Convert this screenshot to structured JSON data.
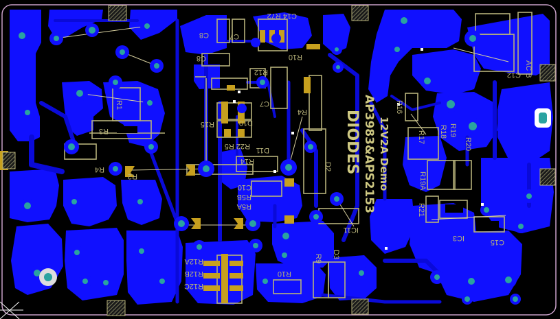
{
  "board": {
    "brand_text": "DIODES",
    "part_text": "AP3983&APS2153",
    "demo_text": "12V2A Demo",
    "colors": {
      "background": "#000000",
      "copper": "#1010ff",
      "trace": "#0a0ad8",
      "silkscreen": "#b7b27a",
      "pad": "#2aa3a0",
      "via": "#ffffff",
      "smd": "#c7a01e",
      "outline": "#c8a0c8"
    }
  },
  "labels": {
    "c14_r72": "C14 R72",
    "c8_top": "C8",
    "c7_top": "C7",
    "c8": "C8",
    "r12": "R12",
    "r10_top": "R10",
    "c7": "C7",
    "r4_top": "R4",
    "r1": "R1",
    "r3": "R3",
    "r4": "R4",
    "r2": "R2",
    "r15": "R15",
    "d10": "D10",
    "r22_r5": "R22 R5",
    "d11": "D11",
    "r14": "R14",
    "d2": "D2",
    "c10": "C10",
    "r5b": "R5B",
    "r5a": "R5A",
    "ic11": "IC11",
    "r9": "R9",
    "d3": "D3",
    "r12a": "R12A",
    "r12b": "R12B",
    "r12c": "R12C",
    "r10": "R10",
    "r16": "R16",
    "r17": "R17",
    "r18": "R18",
    "r19": "R19",
    "r20": "R20",
    "r19a": "R19A",
    "r21": "R21",
    "ic3": "IC3",
    "c15": "C15",
    "c12": "C12",
    "ac_b": "AC B"
  }
}
